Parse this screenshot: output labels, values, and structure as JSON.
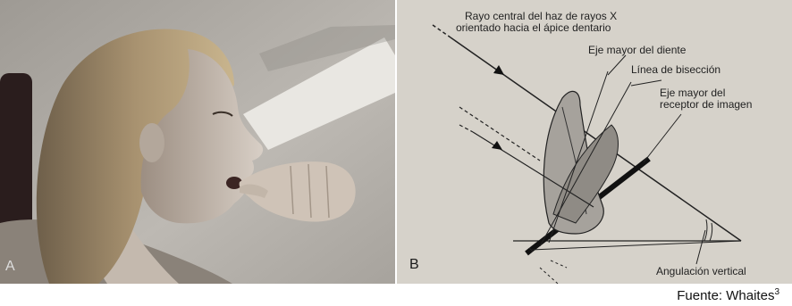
{
  "panel_a": {
    "letter": "A"
  },
  "panel_b": {
    "letter": "B",
    "labels": {
      "central_ray_line1": "Rayo central del haz de rayos X",
      "central_ray_line2": "orientado hacia el ápice dentario",
      "tooth_long_axis": "Eje mayor del diente",
      "bisecting_line": "Línea de bisección",
      "receptor_axis_line1": "Eje mayor del",
      "receptor_axis_line2": "receptor de imagen",
      "vertical_angulation": "Angulación vertical"
    }
  },
  "source": {
    "text": "Fuente: Whaites",
    "superscript": "3"
  }
}
